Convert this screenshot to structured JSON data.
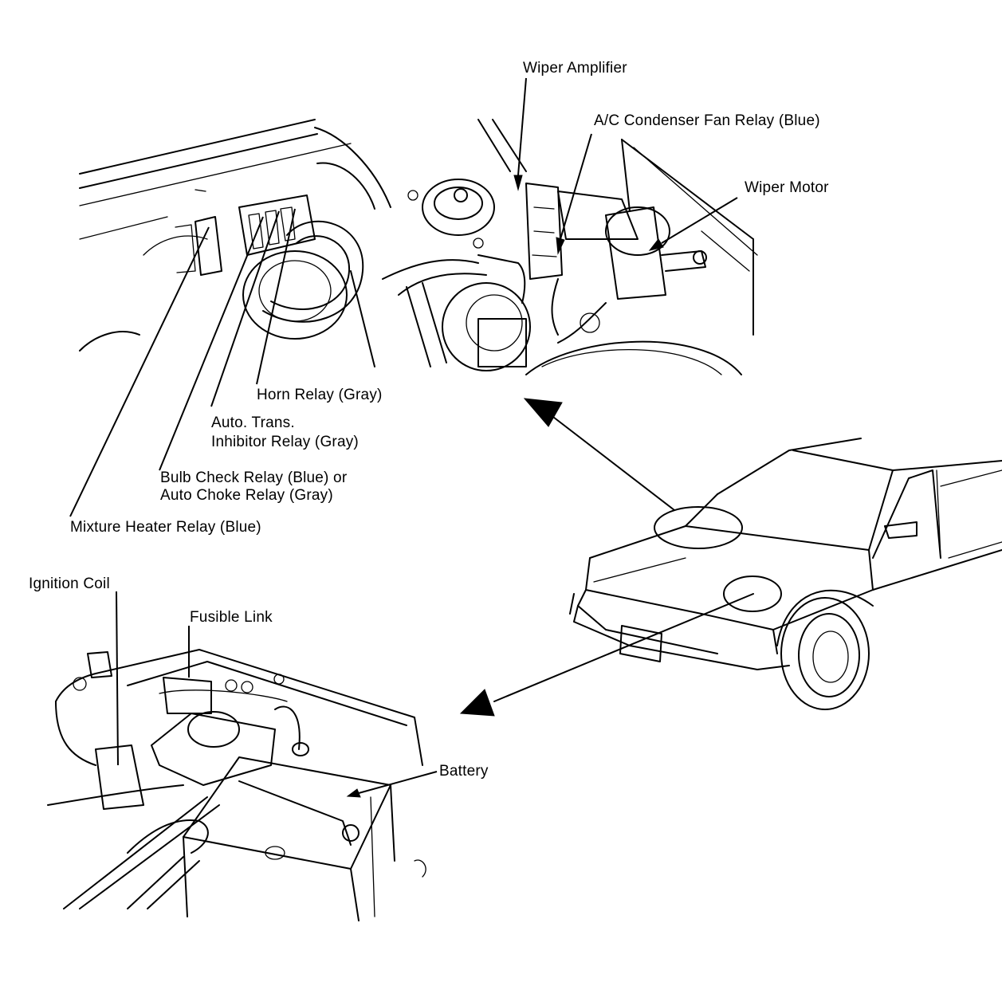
{
  "labels": {
    "wiper_amplifier": "Wiper Amplifier",
    "ac_condenser_fan_relay": "A/C Condenser Fan Relay (Blue)",
    "wiper_motor": "Wiper Motor",
    "horn_relay": "Horn Relay (Gray)",
    "auto_trans_line1": "Auto. Trans.",
    "auto_trans_line2": "Inhibitor Relay (Gray)",
    "bulb_check_line1": "Bulb Check Relay (Blue) or",
    "bulb_check_line2": "Auto Choke Relay (Gray)",
    "mixture_heater_relay": "Mixture Heater Relay (Blue)",
    "ignition_coil": "Ignition Coil",
    "fusible_link": "Fusible Link",
    "battery": "Battery"
  }
}
